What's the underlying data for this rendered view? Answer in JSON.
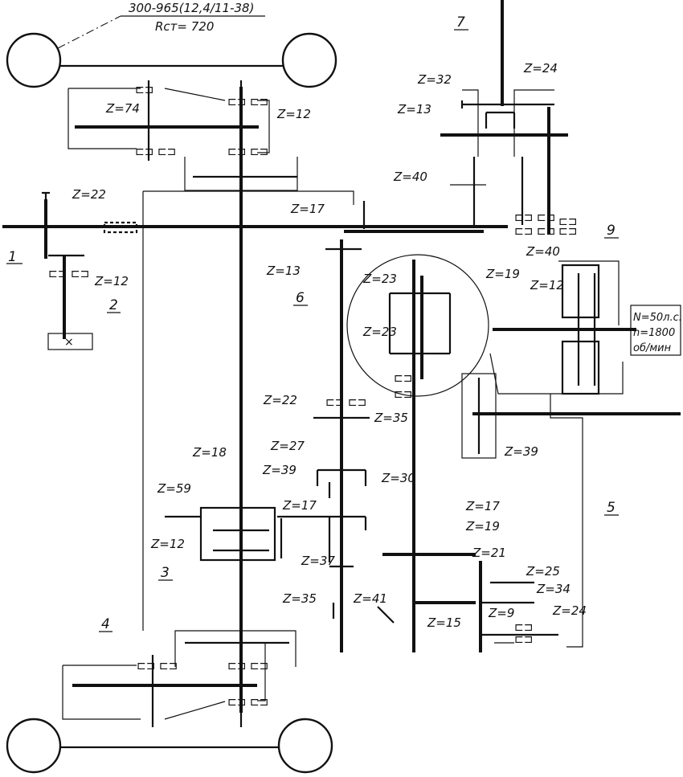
{
  "tire": {
    "size": "300-965(12,4/11-38)",
    "radius": "Rст= 720"
  },
  "engine_spec": {
    "power": "N=50л.с.",
    "speed": "n=1800",
    "unit": "об/мин"
  },
  "callouts": [
    "1",
    "2",
    "3",
    "4",
    "5",
    "6",
    "7",
    "9"
  ],
  "gears": {
    "z74": "Z=74",
    "z12_top": "Z=12",
    "z22_left": "Z=22",
    "z12_left": "Z=12",
    "z17_top": "Z=17",
    "z13_mid": "Z=13",
    "z32": "Z=32",
    "z24_top": "Z=24",
    "z13_top": "Z=13",
    "z40_top": "Z=40",
    "z40_right": "Z=40",
    "z19_circle": "Z=19",
    "z12_right": "Z=12",
    "z23_a": "Z=23",
    "z23_b": "Z=23",
    "z22_mid": "Z=22",
    "z35_a": "Z=35",
    "z27": "Z=27",
    "z39_a": "Z=39",
    "z30": "Z=30",
    "z17_mid": "Z=17",
    "z17_right": "Z=17",
    "z19_right": "Z=19",
    "z18": "Z=18",
    "z59": "Z=59",
    "z12_diff": "Z=12",
    "z37": "Z=37",
    "z35_b": "Z=35",
    "z41": "Z=41",
    "z21": "Z=21",
    "z25": "Z=25",
    "z34": "Z=34",
    "z15": "Z=15",
    "z9": "Z=9",
    "z24_bottom": "Z=24",
    "z39_right": "Z=39"
  }
}
